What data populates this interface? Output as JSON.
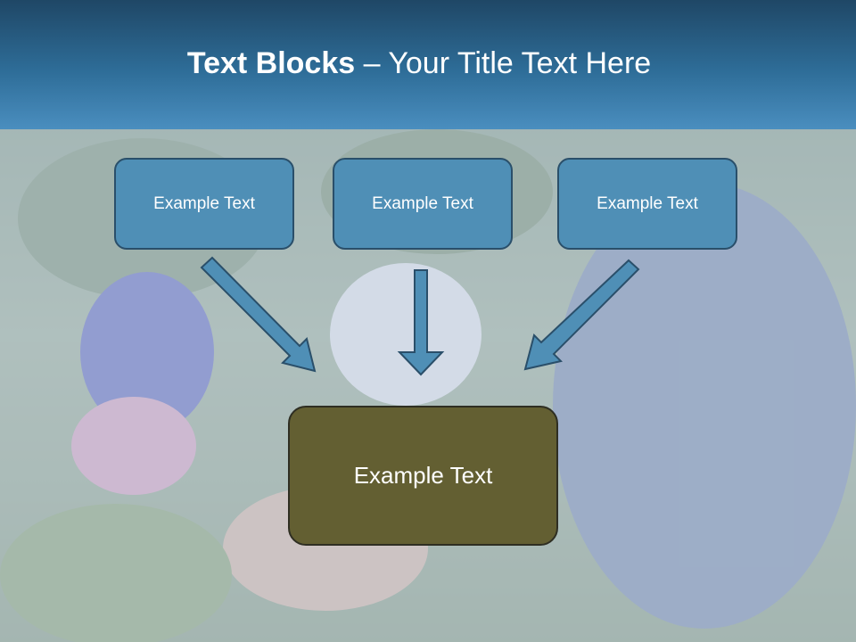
{
  "title": {
    "bold": "Text Blocks",
    "rest": " – Your Title Text Here"
  },
  "blocks": [
    {
      "label": "Example Text"
    },
    {
      "label": "Example Text"
    },
    {
      "label": "Example Text"
    }
  ],
  "center_block": {
    "label": "Example Text"
  },
  "colors": {
    "header_top": "#1f4766",
    "header_bottom": "#4a8ebf",
    "block_fill": "#4f8fb6",
    "block_border": "#2a4f6a",
    "center_fill": "#635f32",
    "arrow_fill": "#4f8fb6"
  },
  "background_image": {
    "icon": "children-tug-of-war-photo"
  }
}
